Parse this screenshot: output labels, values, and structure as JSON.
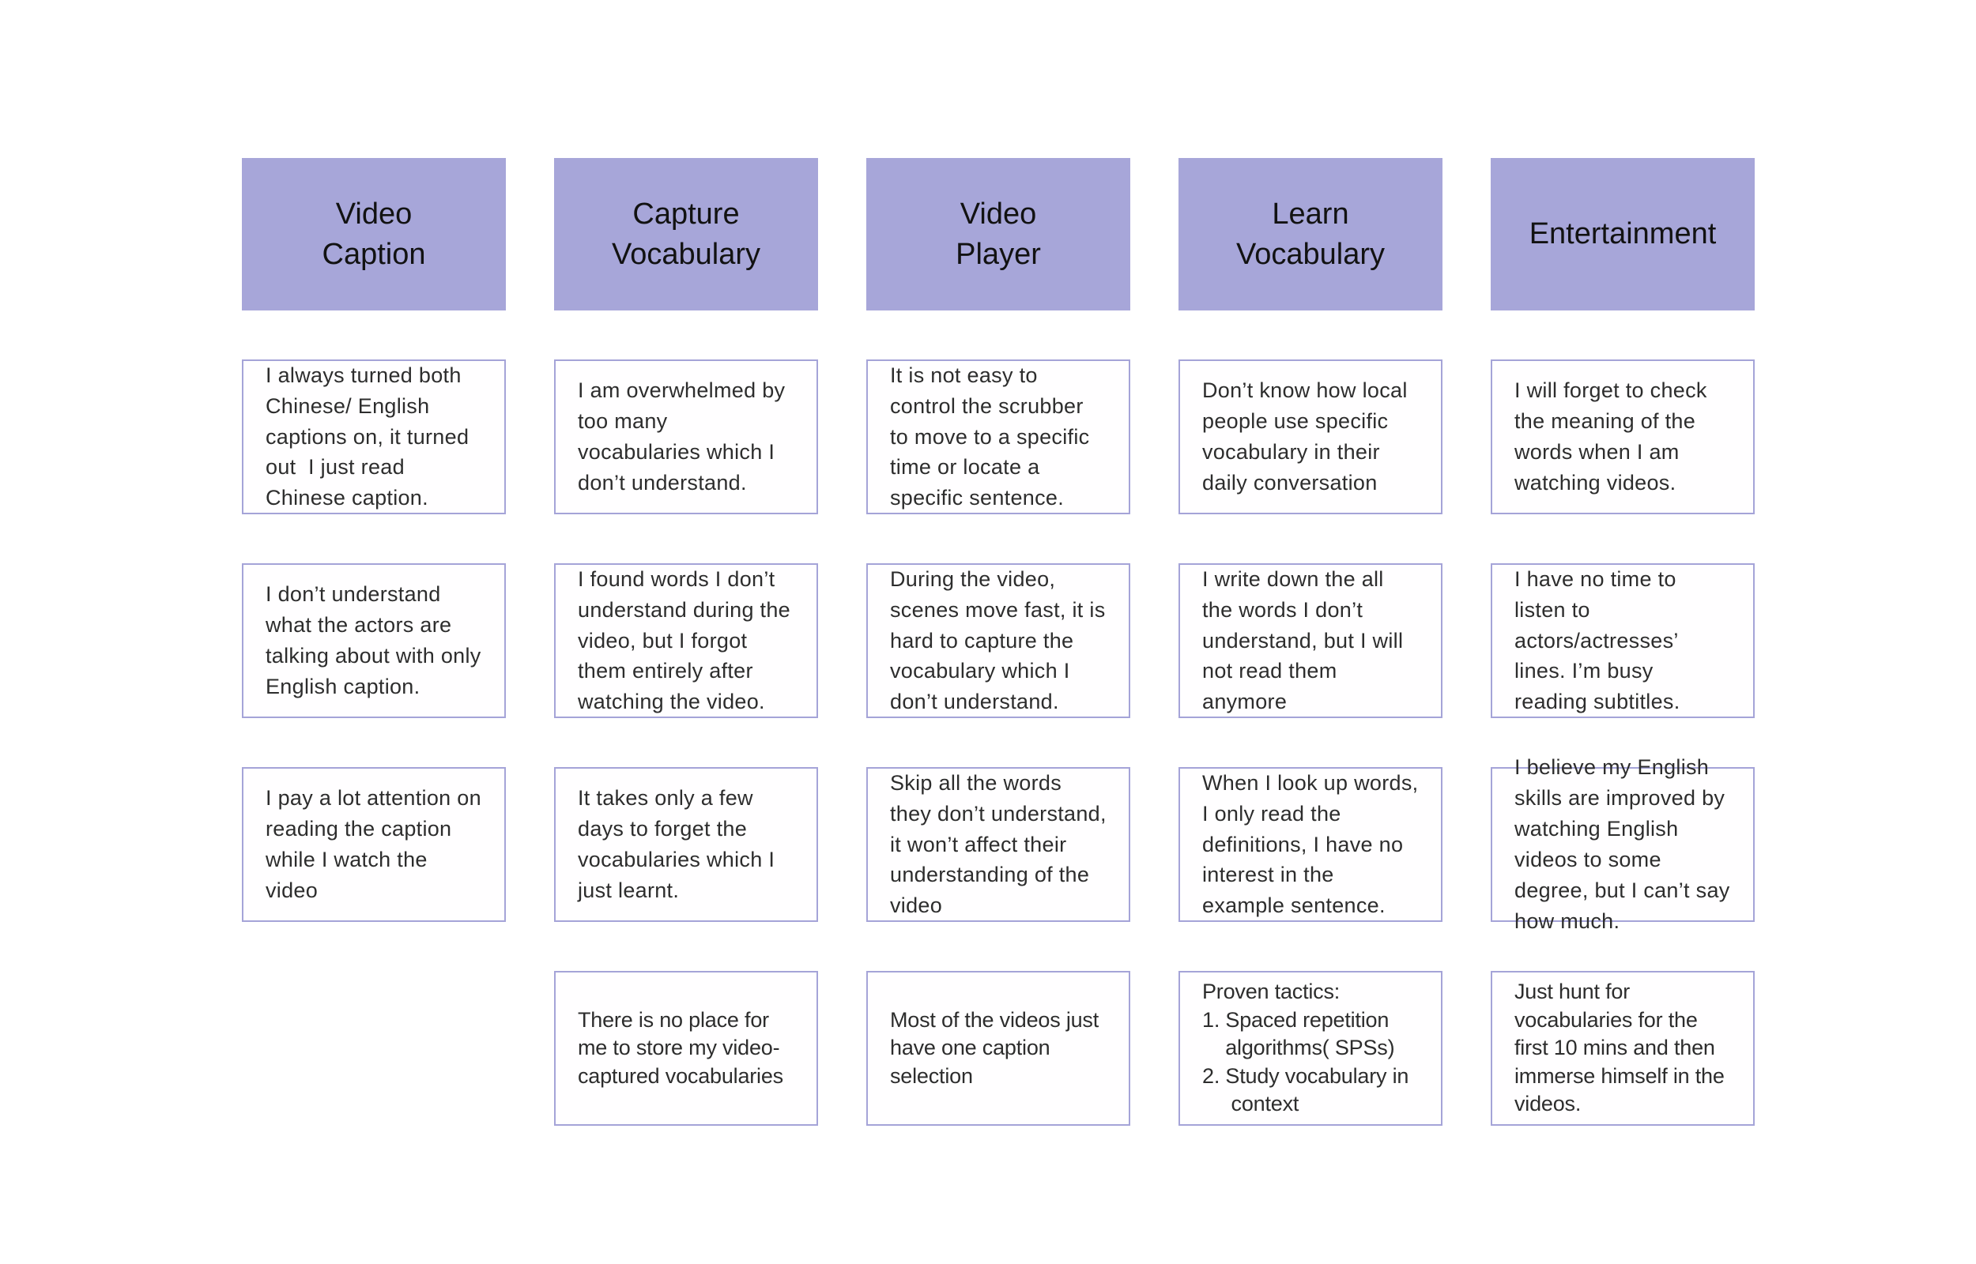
{
  "colors": {
    "header_fill": "#a7a6d9",
    "card_border": "#a5a4d8",
    "card_background": "#fffeff",
    "header_text": "#121212",
    "body_text": "#2d2d2d",
    "page_background": "#ffffff"
  },
  "diagram": {
    "columns": [
      {
        "header": "Video\nCaption",
        "cards": [
          "I always turned both Chinese/ English captions on, it turned out  I just read Chinese caption.",
          "I don’t understand what the actors are talking about with only English caption.",
          "I pay a lot attention on reading the caption while I watch the video"
        ]
      },
      {
        "header": "Capture\nVocabulary",
        "cards": [
          "I am overwhelmed by too many vocabularies which I don’t understand.",
          "I found words I don’t understand during the video, but I forgot them entirely after watching the video.",
          "It takes only a few days to forget the vocabularies which I just learnt.",
          "There is no place for me to store my video-captured vocabularies"
        ]
      },
      {
        "header": "Video\nPlayer",
        "cards": [
          "It is not easy to control the scrubber to move to a specific time or locate a specific sentence.",
          "During the video, scenes move fast, it is hard to capture the vocabulary which I don’t understand.",
          "Skip all the words they don’t understand, it won’t affect their understanding of the video",
          "Most of the videos just have one caption selection"
        ]
      },
      {
        "header": "Learn\nVocabulary",
        "cards": [
          "Don’t know how local people use specific vocabulary in their daily conversation",
          "I write down the all the words I don’t understand, but I will not read them anymore",
          "When I look up words, I only read the definitions, I have no interest in the example sentence.",
          "Proven tactics:\n1. Spaced repetition\n    algorithms( SPSs)\n2. Study vocabulary in\n     context"
        ]
      },
      {
        "header": "Entertainment",
        "cards": [
          "I will forget to check the meaning of the words when I am watching videos.",
          "I have no time to listen to actors/actresses’ lines. I’m busy reading subtitles.",
          "I believe my English skills are improved by watching English videos to some degree, but I can’t say how much.",
          "Just hunt for vocabularies for the first 10 mins and then immerse himself in the videos."
        ]
      }
    ]
  }
}
